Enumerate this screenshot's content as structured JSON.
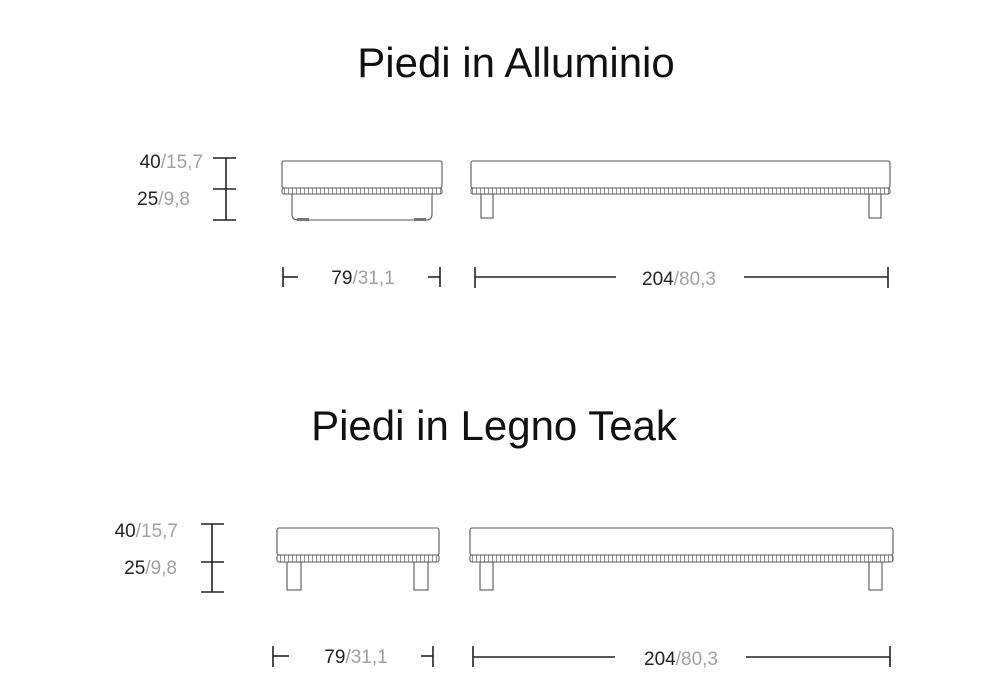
{
  "sections": [
    {
      "title": "Piedi in Alluminio",
      "leg_type": "aluminium-frame",
      "height_total": {
        "cm": "40",
        "in": "/15,7"
      },
      "height_seat": {
        "cm": "25",
        "in": "/9,8"
      },
      "width_small": {
        "cm": "79",
        "in": "/31,1"
      },
      "width_large": {
        "cm": "204",
        "in": "/80,3"
      }
    },
    {
      "title": "Piedi in Legno Teak",
      "leg_type": "teak-legs",
      "height_total": {
        "cm": "40",
        "in": "/15,7"
      },
      "height_seat": {
        "cm": "25",
        "in": "/9,8"
      },
      "width_small": {
        "cm": "79",
        "in": "/31,1"
      },
      "width_large": {
        "cm": "204",
        "in": "/80,3"
      }
    }
  ]
}
